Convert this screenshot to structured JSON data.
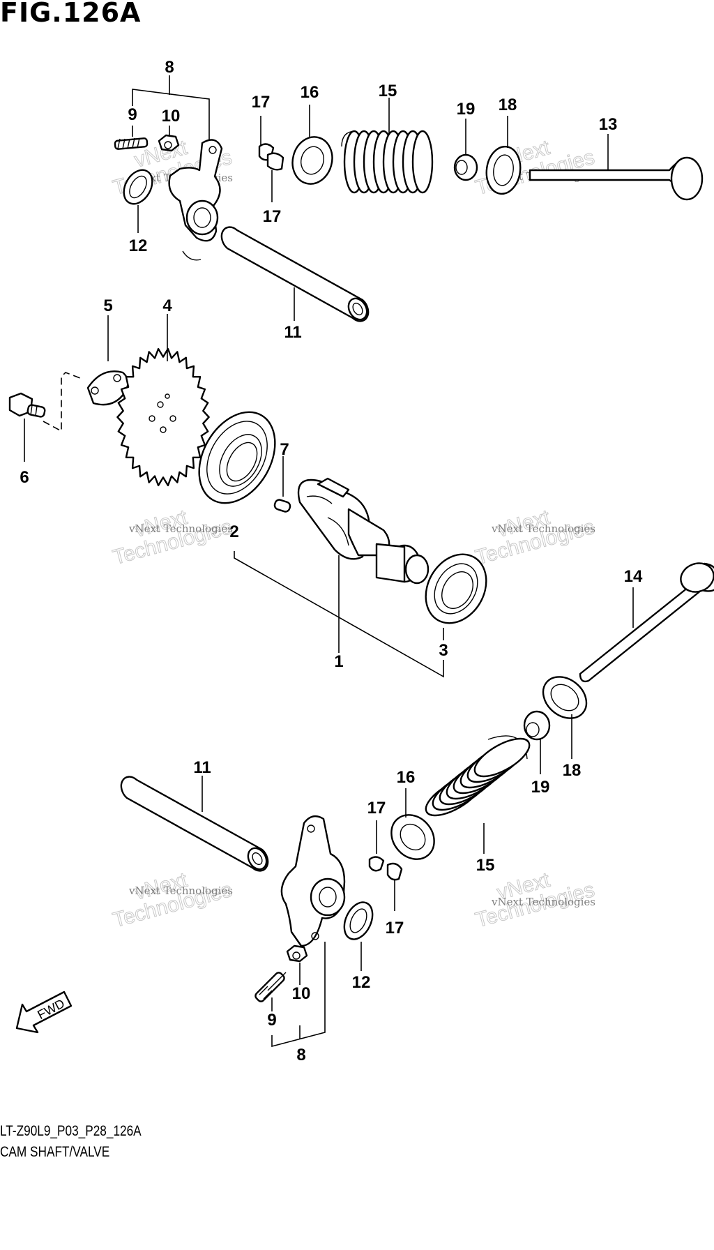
{
  "figure": {
    "title": "FIG.126A",
    "code": "LT-Z90L9_P03_P28_126A",
    "subtitle": "CAM SHAFT/VALVE"
  },
  "callouts": {
    "c1": "1",
    "c2": "2",
    "c3": "3",
    "c4": "4",
    "c5": "5",
    "c6": "6",
    "c7": "7",
    "c8": "8",
    "c9": "9",
    "c10": "10",
    "c11": "11",
    "c12": "12",
    "c13": "13",
    "c14": "14",
    "c15": "15",
    "c16": "16",
    "c17": "17",
    "c18": "18",
    "c19": "19"
  },
  "direction_arrow": {
    "label": "FWD"
  },
  "watermark": {
    "line1": "vNext Technologies",
    "line2": "vNext",
    "line3": "Technologies"
  }
}
